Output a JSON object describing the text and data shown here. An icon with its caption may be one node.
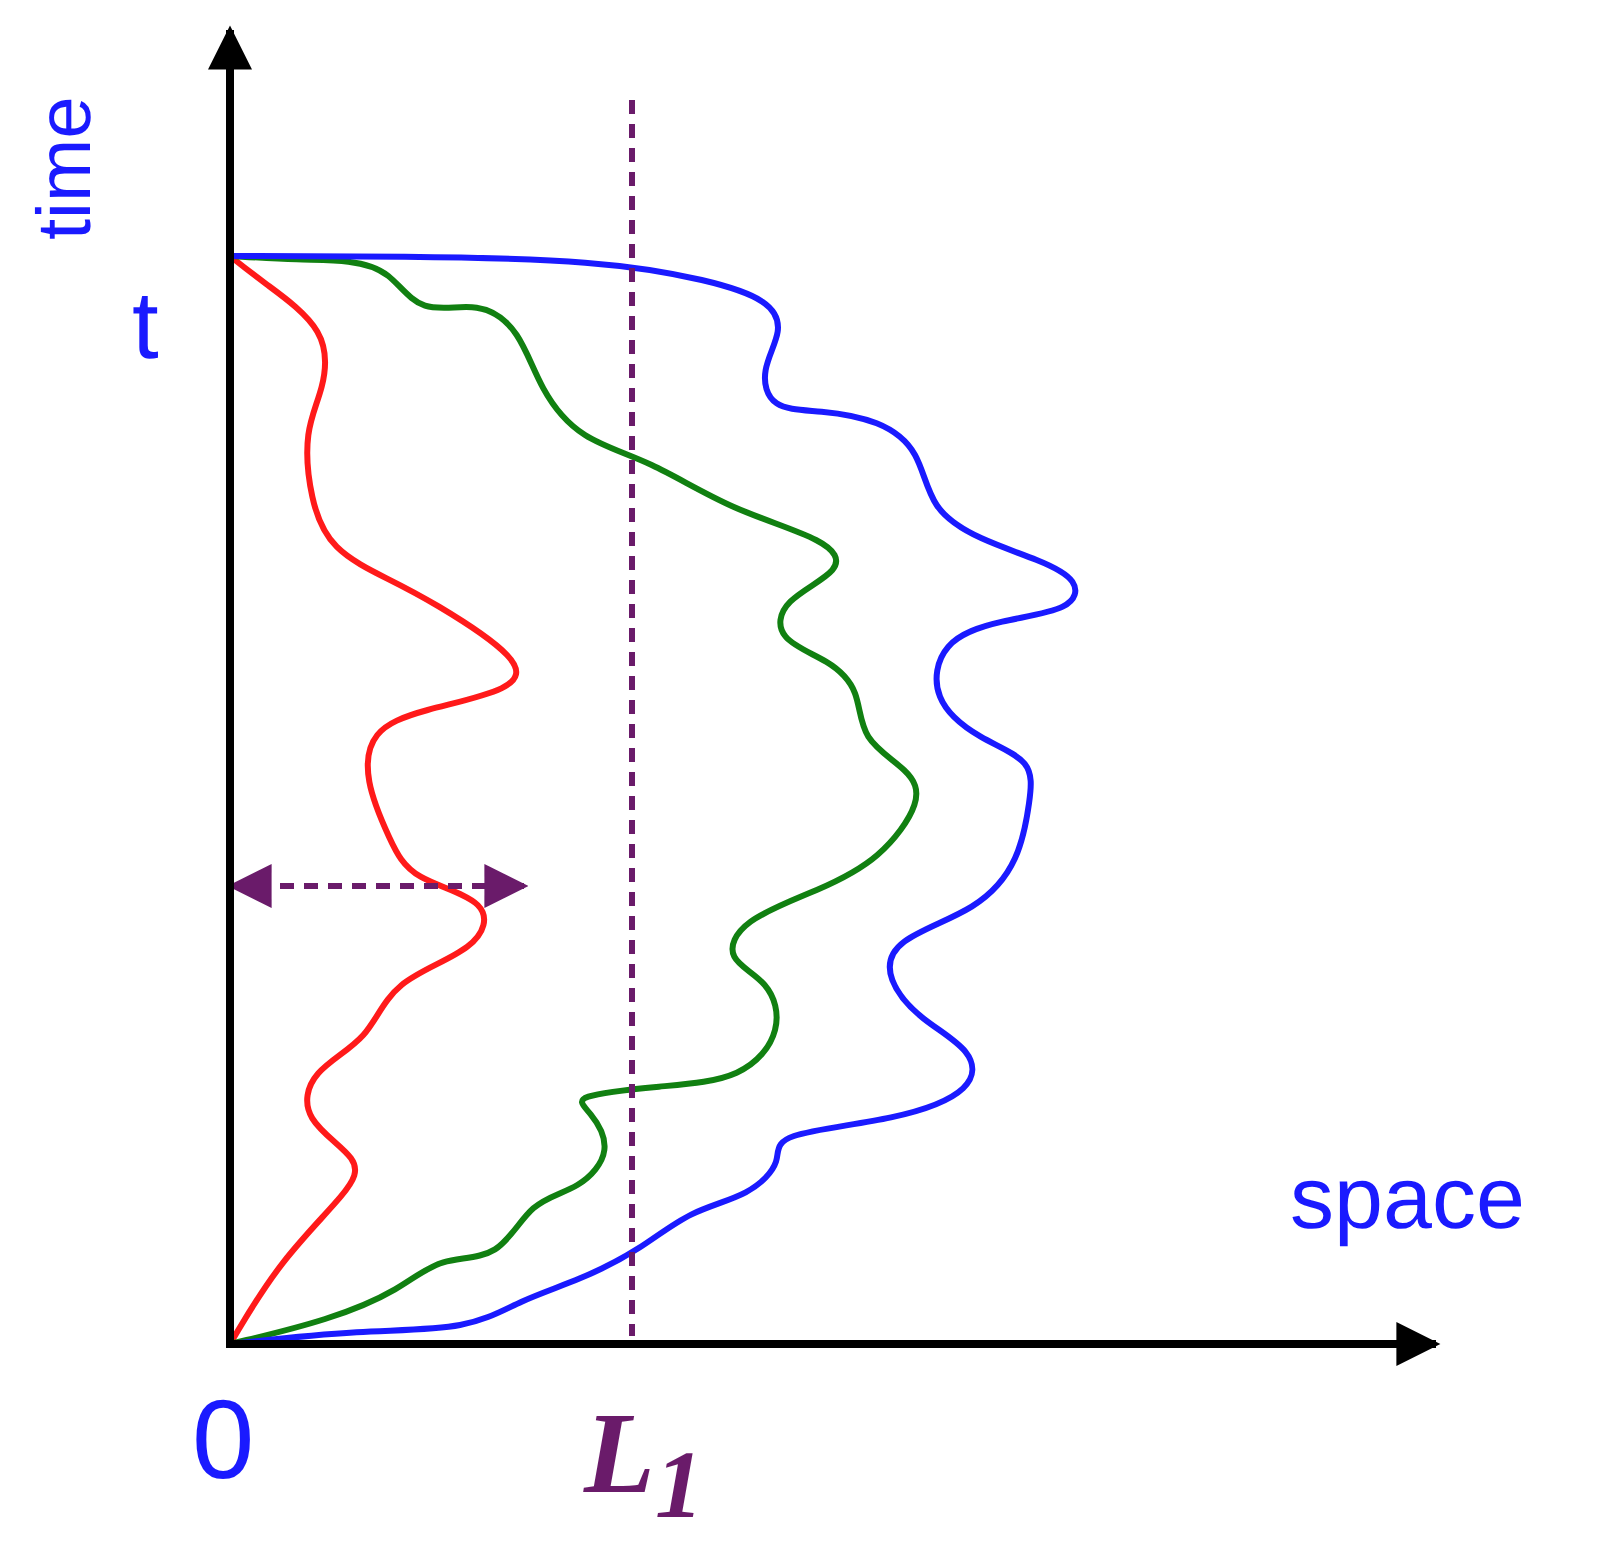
{
  "diagram": {
    "labels": [
      "time",
      "t",
      "space",
      "0",
      "L$_{1}$"
    ]
  }
}
